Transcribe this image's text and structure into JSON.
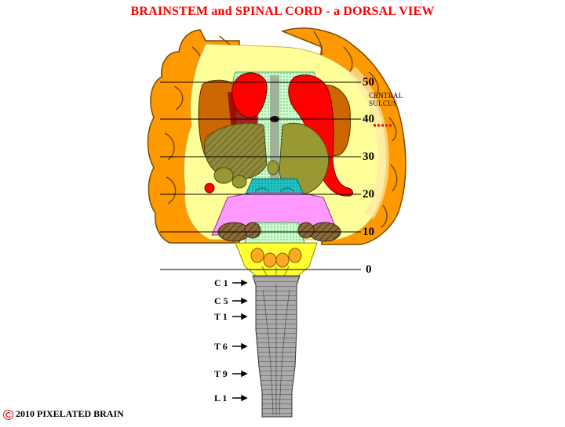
{
  "title": "BRAINSTEM and SPINAL CORD  - a DORSAL VIEW",
  "levels": [
    "50",
    "40",
    "30",
    "20",
    "10",
    "0"
  ],
  "sulcus_label": [
    "CENTRAL",
    "SULCUS"
  ],
  "segments": [
    "C 1",
    "C 5",
    "T 1",
    "T 6",
    "T 9",
    "L 1"
  ],
  "copyright_symbol": "C",
  "copyright": "2010  PIXELATED BRAIN",
  "colors": {
    "title": "#ff0000",
    "cortex_orange": "#ff9900",
    "white_matter": "#ffff99",
    "putamen": "#cc6600",
    "caudate": "#ff0000",
    "thalamus": "#999933",
    "ventricle": "#ccffcc",
    "midbrain": "#00cccc",
    "pons": "#ff99ff",
    "medulla": "#ffff33",
    "spinal_cord": "#cccccc"
  }
}
